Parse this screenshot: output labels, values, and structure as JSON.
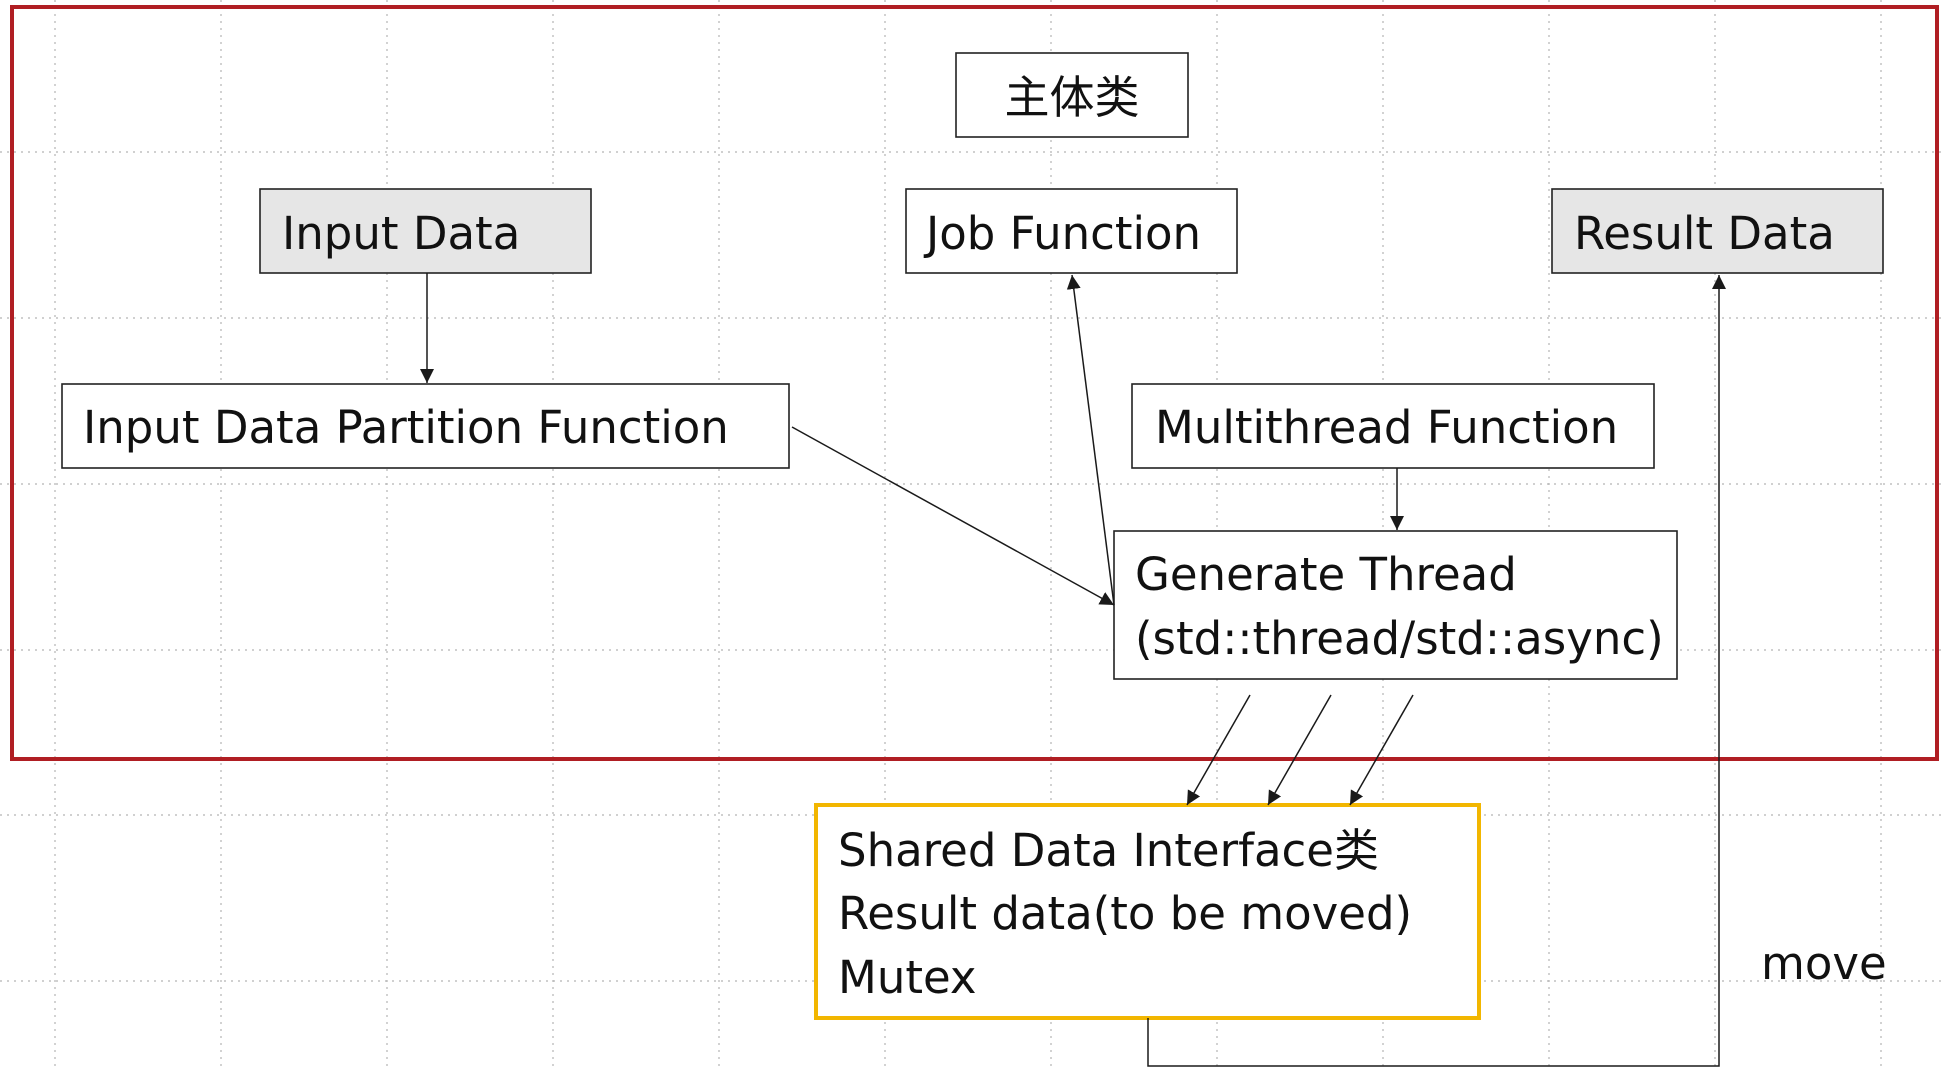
{
  "diagram": {
    "colors": {
      "container_border": "#b01e23",
      "shared_border": "#f2b600",
      "box_fill_gray": "#e6e6e6",
      "box_fill_white": "#ffffff",
      "box_border": "#222222",
      "edge": "#1a1a1a"
    },
    "nodes": {
      "main_class": {
        "text": "主体类"
      },
      "input_data": {
        "text": "Input Data"
      },
      "job_function": {
        "text": "Job Function"
      },
      "result_data": {
        "text": "Result Data"
      },
      "partition_function": {
        "text": "Input Data Partition Function"
      },
      "multithread_function": {
        "text": "Multithread Function"
      },
      "generate_thread": {
        "line1": "Generate Thread",
        "line2": "(std::thread/std::async)"
      },
      "shared_data_interface": {
        "line1": "Shared Data Interface类",
        "line2": "Result data(to be moved)",
        "line3": "Mutex"
      }
    },
    "labels": {
      "move": "move"
    }
  }
}
